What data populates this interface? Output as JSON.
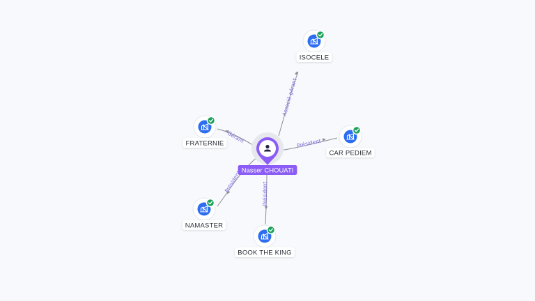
{
  "center": {
    "label": "Nasser CHOUATI",
    "icon": "person-icon",
    "color": "#8b5cf6"
  },
  "nodes": [
    {
      "id": "isocele",
      "label": "ISOCELE",
      "icon": "building-icon",
      "verified": true
    },
    {
      "id": "fraternie",
      "label": "FRATERNIE",
      "icon": "building-icon",
      "verified": true
    },
    {
      "id": "carpediem",
      "label": "CAR PEDIEM",
      "icon": "building-icon",
      "verified": true
    },
    {
      "id": "namaster",
      "label": "NAMASTER",
      "icon": "building-icon",
      "verified": true
    },
    {
      "id": "booktheking",
      "label": "BOOK THE KING",
      "icon": "building-icon",
      "verified": true
    }
  ],
  "edges": [
    {
      "to": "isocele",
      "label": "Associé-gérant"
    },
    {
      "to": "fraternie",
      "label": "Gérant"
    },
    {
      "to": "carpediem",
      "label": "Président"
    },
    {
      "to": "namaster",
      "label": "Président"
    },
    {
      "to": "booktheking",
      "label": "Président"
    }
  ],
  "colors": {
    "company": "#2d6ef0",
    "verified": "#1aa05a",
    "edge_label": "#7b6be0",
    "edge": "#8a8d96"
  }
}
